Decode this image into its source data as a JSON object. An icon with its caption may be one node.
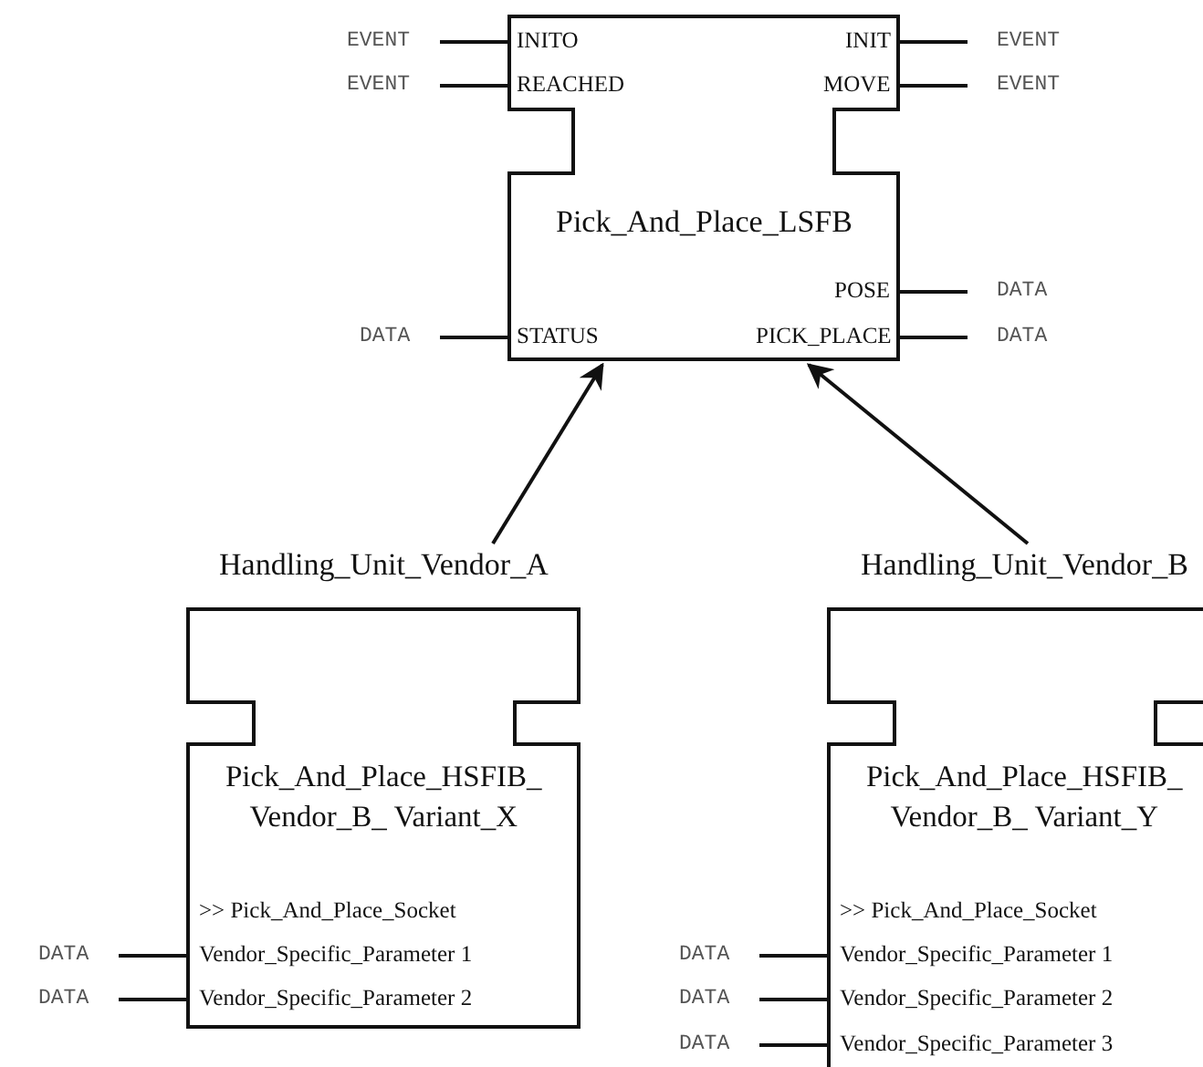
{
  "diagram": {
    "nodes": [
      {
        "text": [
          "INITO",
          "INIT",
          "REACHED",
          "MOVE",
          "Pick_And_Place_LSFB",
          "POSE",
          "STATUS",
          "PICK_PLACE"
        ]
      },
      {
        "text": [
          "Handling_Unit_Vendor_A",
          "Pick_And_Place_HSFIB_ Vendor_B_ Variant_X",
          ">> Pick_And_Place_Socket",
          "Vendor_Specific_Parameter 1",
          "Vendor_Specific_Parameter 2"
        ]
      },
      {
        "text": [
          "Handling_Unit_Vendor_B",
          "Pick_And_Place_HSFIB_ Vendor_B_ Variant_Y",
          ">> Pick_And_Place_Socket",
          "Vendor_Specific_Parameter 1",
          "Vendor_Specific_Parameter 2",
          "Vendor_Specific_Parameter 3"
        ]
      }
    ],
    "edges": [
      {
        "from": 1,
        "to": 0,
        "arrow": "to"
      },
      {
        "from": 2,
        "to": 0,
        "arrow": "to"
      }
    ],
    "labels": [
      "EVENT",
      "EVENT",
      "EVENT",
      "EVENT",
      "DATA",
      "DATA",
      "DATA",
      "DATA",
      "DATA",
      "DATA",
      "DATA",
      "DATA"
    ]
  }
}
